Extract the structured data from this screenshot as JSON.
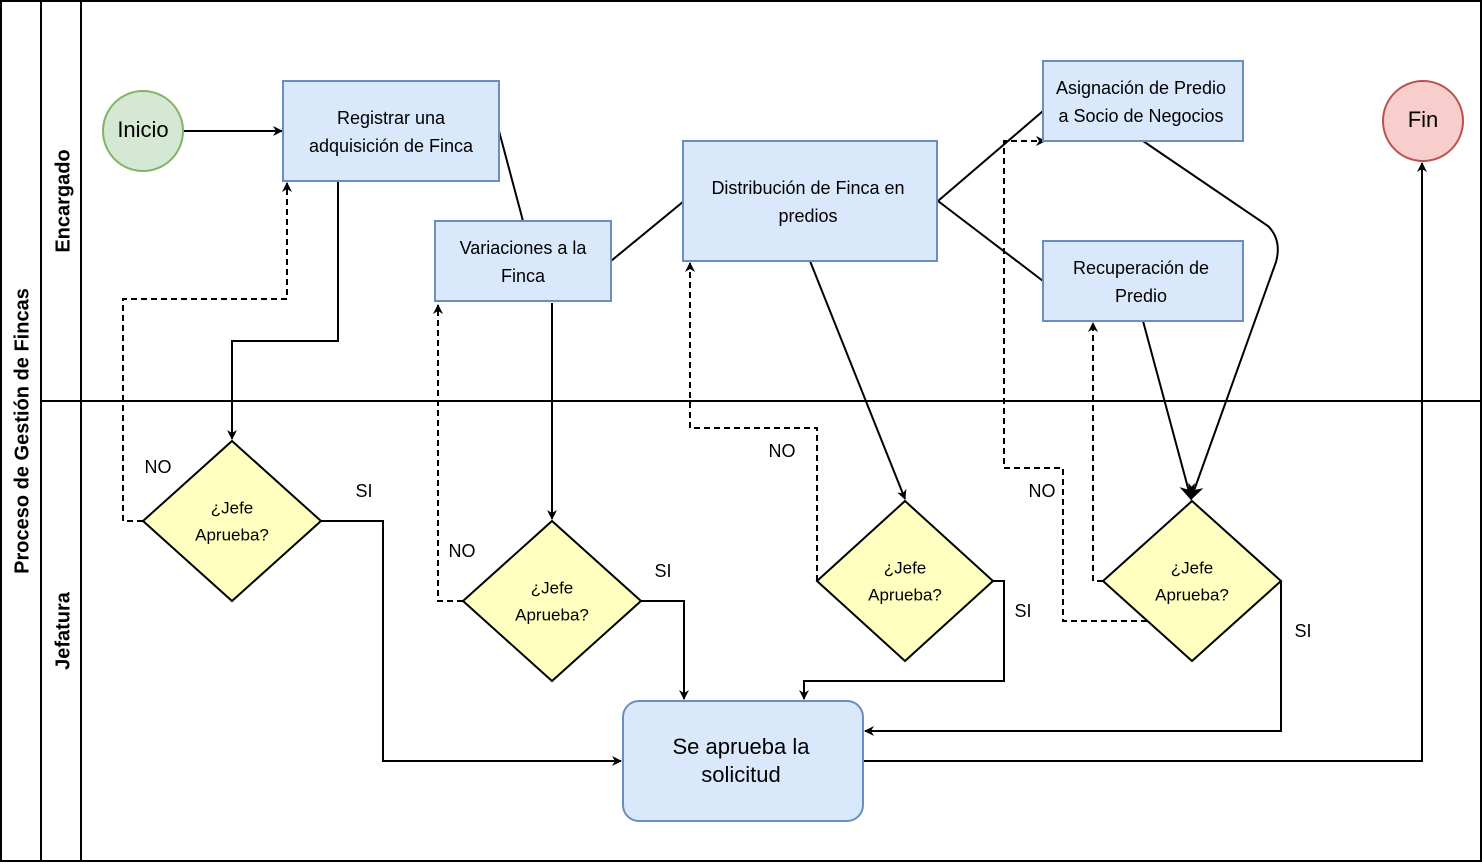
{
  "pool": {
    "title": "Proceso de Gestión de Fincas"
  },
  "lanes": {
    "top": "Encargado",
    "bottom": "Jefatura"
  },
  "nodes": {
    "start": "Inicio",
    "end": "Fin",
    "registrar": [
      "Registrar una",
      "adquisición de Finca"
    ],
    "variaciones": [
      "Variaciones a la",
      "Finca"
    ],
    "distribucion": [
      "Distribución de Finca en",
      "predios"
    ],
    "asignacion": [
      "Asignación de Predio",
      "a Socio de Negocios"
    ],
    "recuperacion": [
      "Recuperación de",
      "Predio"
    ],
    "aprueba": [
      "Se aprueba la",
      "solicitud"
    ],
    "decision": [
      "¿Jefe",
      "Aprueba?"
    ]
  },
  "edge_labels": {
    "yes": "SI",
    "no": "NO"
  },
  "colors": {
    "process_fill": "#dae8fc",
    "process_stroke": "#6c8ebf",
    "decision_fill": "#ffffc0",
    "decision_stroke": "#000000",
    "start_fill": "#d5e8d4",
    "start_stroke": "#82b366",
    "end_fill": "#f8cecc",
    "end_stroke": "#b85450",
    "line": "#000000"
  }
}
